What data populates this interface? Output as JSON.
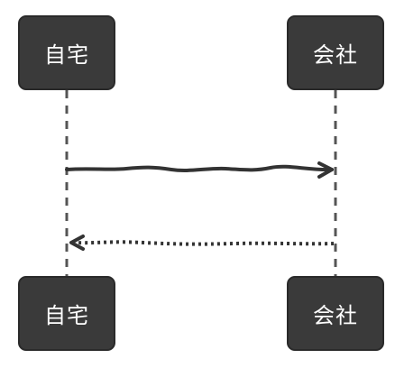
{
  "participants": [
    {
      "id": "home",
      "label": "自宅"
    },
    {
      "id": "work",
      "label": "会社"
    }
  ],
  "messages": [
    {
      "from": "home",
      "to": "work",
      "style": "solid",
      "label": ""
    },
    {
      "from": "work",
      "to": "home",
      "style": "dotted",
      "label": ""
    }
  ],
  "colors": {
    "box_fill": "#3a3a3a",
    "box_text": "#ffffff",
    "line": "#333333",
    "lifeline": "#555555"
  }
}
